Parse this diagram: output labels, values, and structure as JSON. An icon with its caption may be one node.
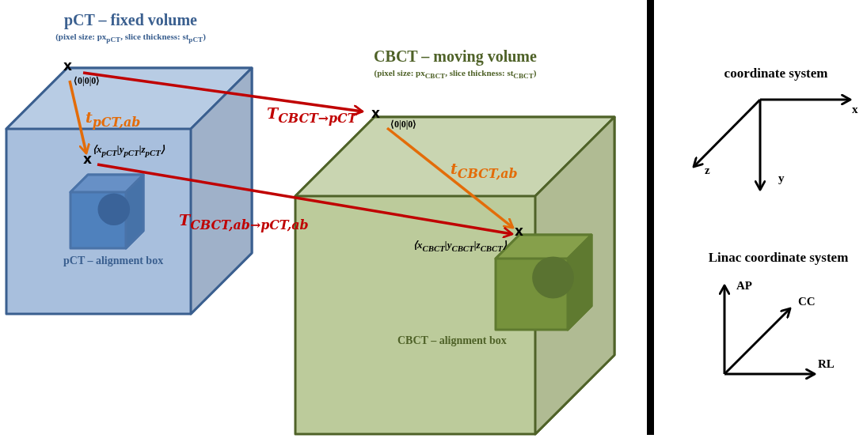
{
  "diagram": {
    "nodes": [
      {
        "text": [
          "pCT – fixed volume",
          "(pixel size: px$_{pCT}$, slice thickness: st$_{pCT}$)"
        ]
      },
      {
        "text": [
          "pCT – alignment box"
        ],
        "in": 0
      },
      {
        "text": [
          "CBCT – moving volume",
          "(pixel size: px$_{CBCT}$, slice thickness: st$_{CBCT}$)"
        ]
      },
      {
        "text": [
          "CBCT – alignment box"
        ],
        "in": 2
      },
      {
        "text": [
          "x",
          "⟨0|0|0⟩"
        ]
      },
      {
        "text": [
          "x",
          "⟨x$_{pCT}$|y$_{pCT}$|z$_{pCT}$⟩"
        ],
        "in": 0
      },
      {
        "text": [
          "x",
          "⟨0|0|0⟩"
        ]
      },
      {
        "text": [
          "x",
          "⟨x$_{CBCT}$|y$_{CBCT}$|z$_{CBCT}$⟩"
        ],
        "in": 2
      }
    ],
    "edges": [
      {
        "from": 4,
        "to": 5,
        "arrow": "to",
        "label": "t$_{pCT,ab}$",
        "color": "#e36c09"
      },
      {
        "from": 4,
        "to": 6,
        "arrow": "to",
        "label": "T$_{CBCT→pCT}$",
        "color": "#c00000"
      },
      {
        "from": 6,
        "to": 7,
        "arrow": "to",
        "label": "t$_{CBCT,ab}$",
        "color": "#e36c09"
      },
      {
        "from": 5,
        "to": 7,
        "arrow": "to",
        "label": "T$_{CBCT,ab→pCT,ab}$",
        "color": "#c00000"
      }
    ],
    "labels": [
      "coordinate system",
      "x",
      "z",
      "y",
      "Linac coordinate system",
      "AP",
      "CC",
      "RL"
    ]
  }
}
